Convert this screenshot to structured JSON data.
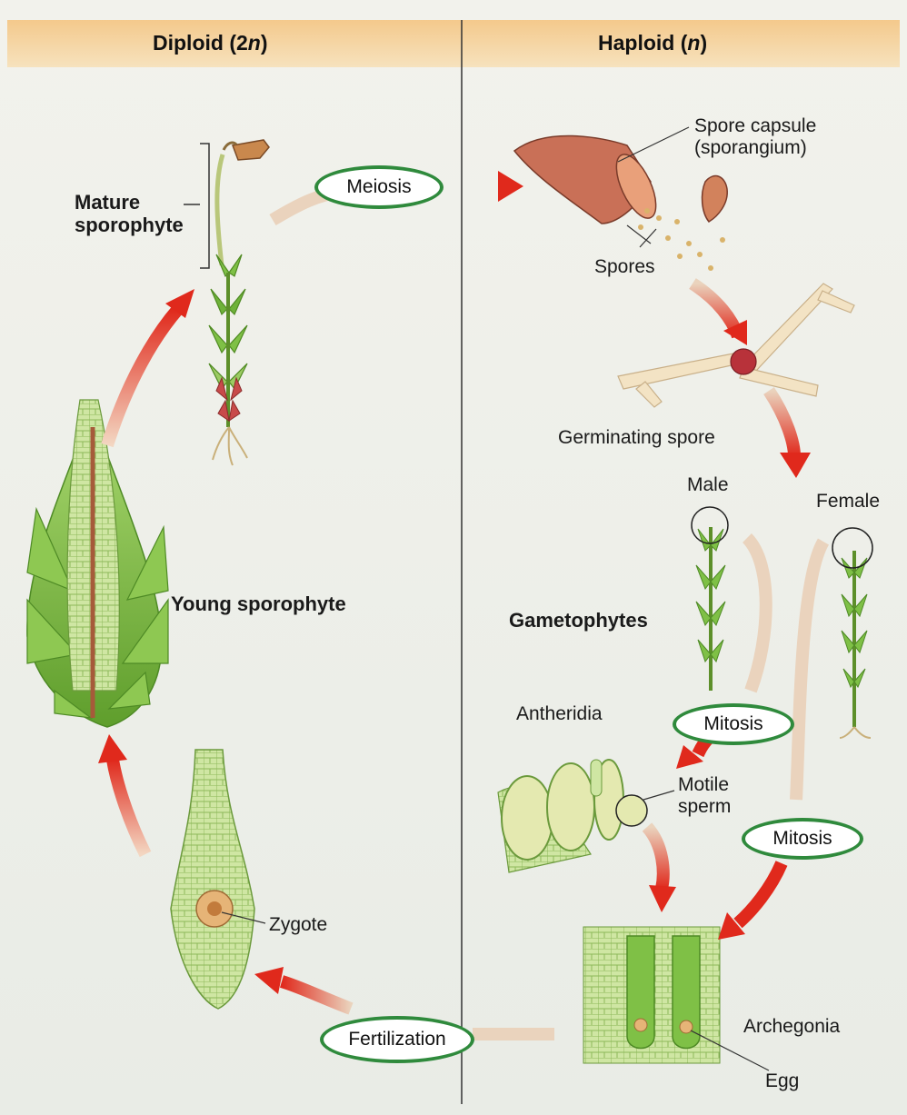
{
  "header": {
    "left": "Diploid (2",
    "left_n": "n",
    "left_close": ")",
    "right": "Haploid (",
    "right_n": "n",
    "right_close": ")"
  },
  "processes": {
    "meiosis": "Meiosis",
    "mitosis_male": "Mitosis",
    "mitosis_female": "Mitosis",
    "fertilization": "Fertilization"
  },
  "labels": {
    "mature_line1": "Mature",
    "mature_line2": "sporophyte",
    "young_sporophyte": "Young sporophyte",
    "zygote": "Zygote",
    "spore_capsule_line1": "Spore capsule",
    "spore_capsule_line2": "(sporangium)",
    "spores": "Spores",
    "germinating_spore": "Germinating spore",
    "male": "Male",
    "female": "Female",
    "gametophytes": "Gametophytes",
    "antheridia": "Antheridia",
    "motile_line1": "Motile",
    "motile_line2": "sperm",
    "archegonia": "Archegonia",
    "egg": "Egg"
  },
  "colors": {
    "header_band": "#f2c98a",
    "background": "#eef0ea",
    "arrow_red": "#e0291c",
    "pill_border": "#2f8a3c",
    "moss_green": "#6fb23a"
  }
}
